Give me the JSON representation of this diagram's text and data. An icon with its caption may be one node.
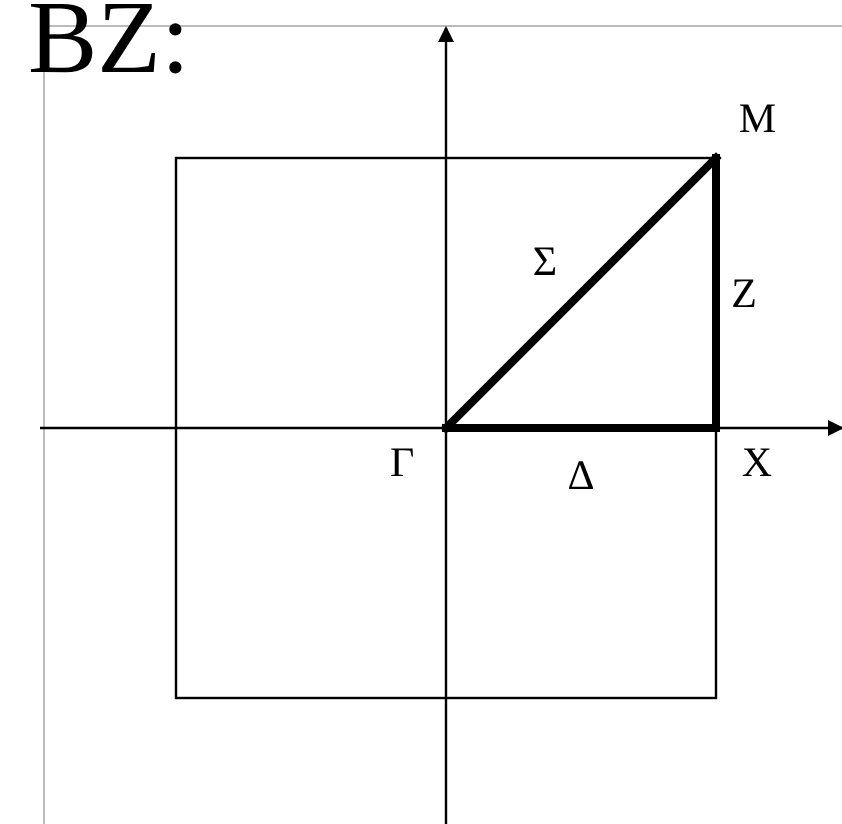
{
  "diagram": {
    "title": "BZ:",
    "nodes": [
      {
        "text": [
          "Γ"
        ]
      },
      {
        "text": [
          "X"
        ]
      },
      {
        "text": [
          "M"
        ]
      }
    ],
    "edges": [
      {
        "from": 0,
        "to": 2,
        "arrow": "none",
        "label": "Σ"
      },
      {
        "from": 2,
        "to": 1,
        "arrow": "none",
        "label": "Z"
      },
      {
        "from": 0,
        "to": 1,
        "arrow": "none",
        "label": "Δ"
      }
    ]
  }
}
